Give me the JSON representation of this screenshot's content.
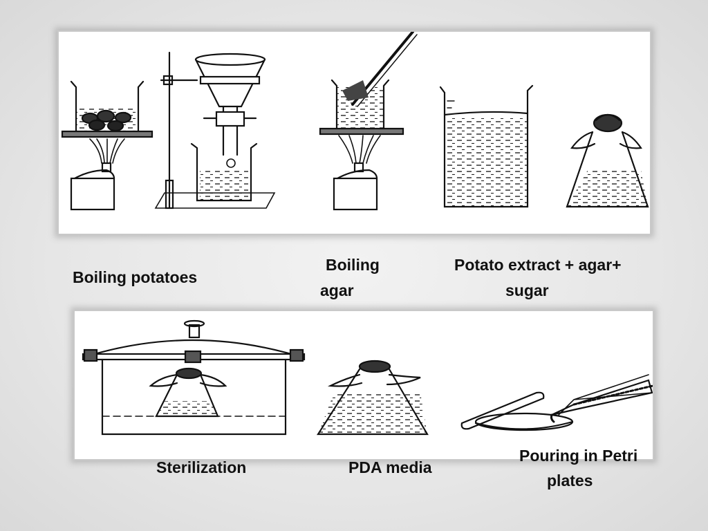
{
  "labels": {
    "boiling_potatoes": "Boiling potatoes",
    "boiling_agar_line1": "Boiling",
    "boiling_agar_line2": "agar",
    "extract_line1": "Potato extract + agar+",
    "extract_line2": "sugar",
    "sterilization": "Sterilization",
    "pda_media": "PDA media",
    "pouring_line1": "Pouring in Petri",
    "pouring_line2": "plates"
  }
}
